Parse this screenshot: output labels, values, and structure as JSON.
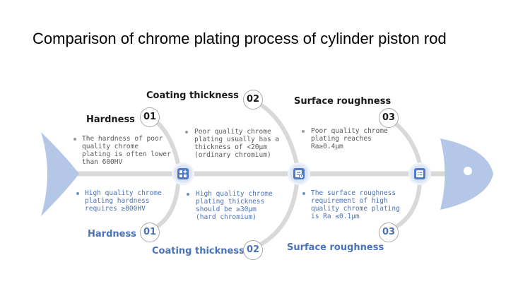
{
  "title": "Comparison of chrome plating process of cylinder piston rod",
  "columns": [
    {
      "id": "01",
      "heading": "Hardness",
      "top_text": "The hardness of poor\nquality chrome\nplating is often lower\nthan 600HV",
      "bottom_text": "High quality chrome\nplating hardness\nrequires ≥800HV",
      "icon": "grid-plus-icon"
    },
    {
      "id": "02",
      "heading": "Coating thickness",
      "top_text": "Poor quality chrome\nplating usually has a\nthickness of <20μm\n(ordinary chromium)",
      "bottom_text": "High quality chrome\nplating thickness\nshould be ≥30μm\n(hard chromium)",
      "icon": "document-clock-icon"
    },
    {
      "id": "03",
      "heading": "Surface roughness",
      "top_text": "Poor quality chrome\nplating reaches\nRa≥0.4μm",
      "bottom_text": "The surface roughness\nrequirement of high\nquality chrome plating\nis Ra ≤0.1μm",
      "icon": "checklist-icon"
    }
  ],
  "colors": {
    "spine": "#d9d9d9",
    "fish": "#b4c7e7",
    "accent": "#4f79c9",
    "bottom_text": "#4a72b6"
  }
}
